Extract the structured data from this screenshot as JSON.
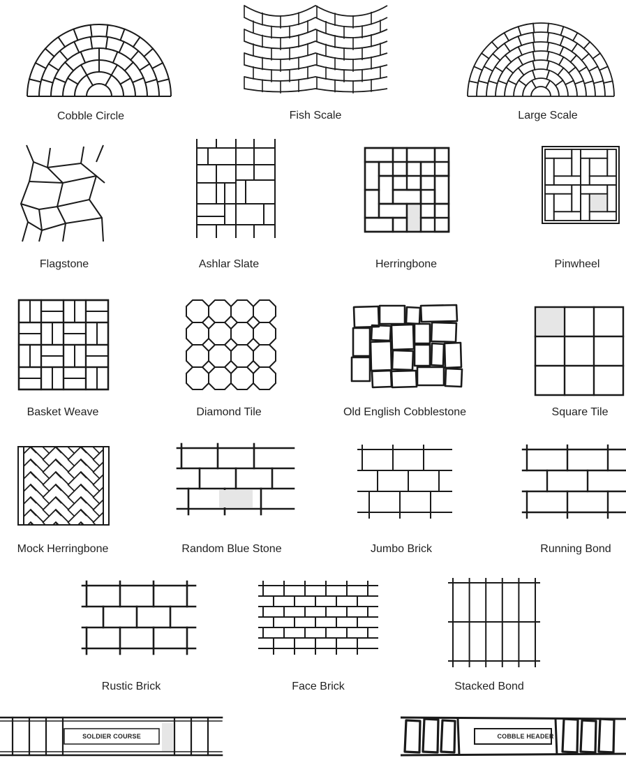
{
  "patterns": [
    {
      "id": "cobble-circle",
      "label": "Cobble Circle"
    },
    {
      "id": "fish-scale",
      "label": "Fish Scale"
    },
    {
      "id": "large-scale",
      "label": "Large Scale"
    },
    {
      "id": "flagstone",
      "label": "Flagstone"
    },
    {
      "id": "ashlar-slate",
      "label": "Ashlar Slate"
    },
    {
      "id": "herringbone",
      "label": "Herringbone"
    },
    {
      "id": "pinwheel",
      "label": "Pinwheel"
    },
    {
      "id": "basket-weave",
      "label": "Basket Weave"
    },
    {
      "id": "diamond-tile",
      "label": "Diamond Tile"
    },
    {
      "id": "old-english-cobblestone",
      "label": "Old English Cobblestone"
    },
    {
      "id": "square-tile",
      "label": "Square Tile"
    },
    {
      "id": "mock-herringbone",
      "label": "Mock Herringbone"
    },
    {
      "id": "random-blue-stone",
      "label": "Random Blue Stone"
    },
    {
      "id": "jumbo-brick",
      "label": "Jumbo Brick"
    },
    {
      "id": "running-bond",
      "label": "Running Bond"
    },
    {
      "id": "rustic-brick",
      "label": "Rustic Brick"
    },
    {
      "id": "face-brick",
      "label": "Face Brick"
    },
    {
      "id": "stacked-bond",
      "label": "Stacked Bond"
    }
  ],
  "strips": [
    {
      "id": "soldier-course",
      "label": "SOLDIER COURSE"
    },
    {
      "id": "cobble-header",
      "label": "COBBLE HEADER"
    }
  ],
  "colors": {
    "line": "#1a1a1a",
    "shade": "#e6e6e6"
  }
}
